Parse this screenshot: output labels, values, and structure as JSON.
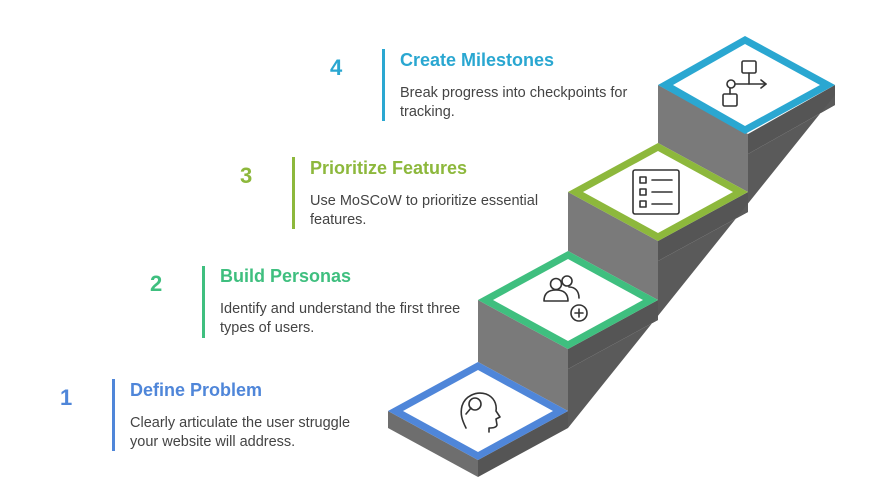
{
  "steps": [
    {
      "number": "1",
      "title": "Define Problem",
      "description": "Clearly articulate the user struggle your website will address.",
      "color": "#4f86d9",
      "icon": "person-head-search-icon"
    },
    {
      "number": "2",
      "title": "Build Personas",
      "description": "Identify and understand the first three types of users.",
      "color": "#3fbf7f",
      "icon": "users-add-icon"
    },
    {
      "number": "3",
      "title": "Prioritize Features",
      "description": "Use MoSCoW to prioritize essential features.",
      "color": "#8db83c",
      "icon": "checklist-icon"
    },
    {
      "number": "4",
      "title": "Create Milestones",
      "description": "Break progress into checkpoints for tracking.",
      "color": "#2aa7d1",
      "icon": "flowchart-icon"
    }
  ],
  "stair_colors": {
    "top": "#ffffff",
    "front": "#707070",
    "side": "#555555",
    "edge": "#888888"
  }
}
